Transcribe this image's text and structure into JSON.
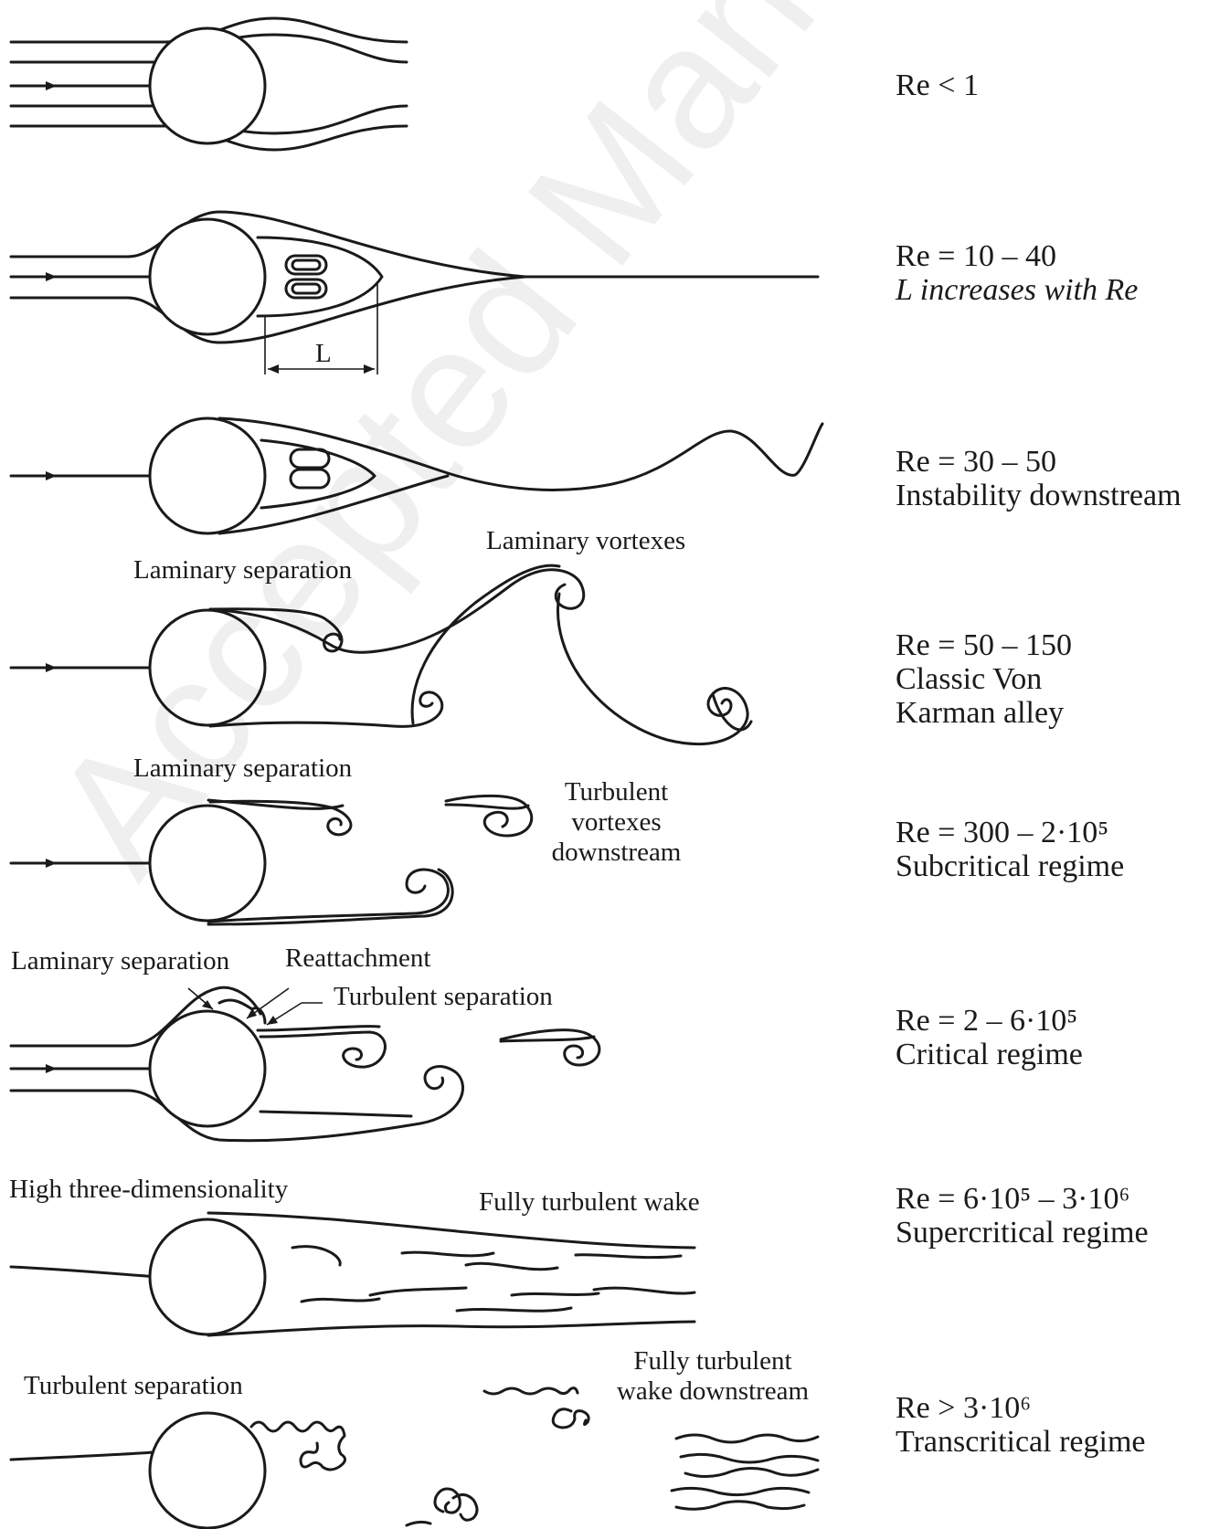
{
  "regimes": [
    {
      "re": "Re < 1",
      "desc": []
    },
    {
      "re": "Re = 10 – 40",
      "desc": [
        "L increases with Re"
      ]
    },
    {
      "re": "Re = 30 – 50",
      "desc": [
        "Instability downstream"
      ]
    },
    {
      "re": "Re = 50 – 150",
      "desc": [
        "Classic Von",
        "Karman alley"
      ]
    },
    {
      "re": "Re = 300 – 2·10⁵",
      "desc": [
        "Subcritical regime"
      ]
    },
    {
      "re": "Re = 2 – 6·10⁵",
      "desc": [
        "Critical regime"
      ]
    },
    {
      "re": "Re = 6·10⁵ – 3·10⁶",
      "desc": [
        "Supercritical regime"
      ]
    },
    {
      "re": "Re > 3·10⁶",
      "desc": [
        "Transcritical regime"
      ]
    }
  ],
  "annotations": {
    "length_label": "L",
    "laminary_vortexes": "Laminary vortexes",
    "laminary_separation": "Laminary separation",
    "turbulent_vortexes": [
      "Turbulent",
      "vortexes",
      "downstream"
    ],
    "reattachment": "Reattachment",
    "turbulent_separation": "Turbulent separation",
    "high_three_dimensionality": "High three-dimensionality",
    "fully_turbulent_wake": "Fully turbulent wake",
    "fully_turbulent_wake_downstream": [
      "Fully turbulent",
      "wake downstream"
    ]
  },
  "watermark": "Accepted Manuscript"
}
